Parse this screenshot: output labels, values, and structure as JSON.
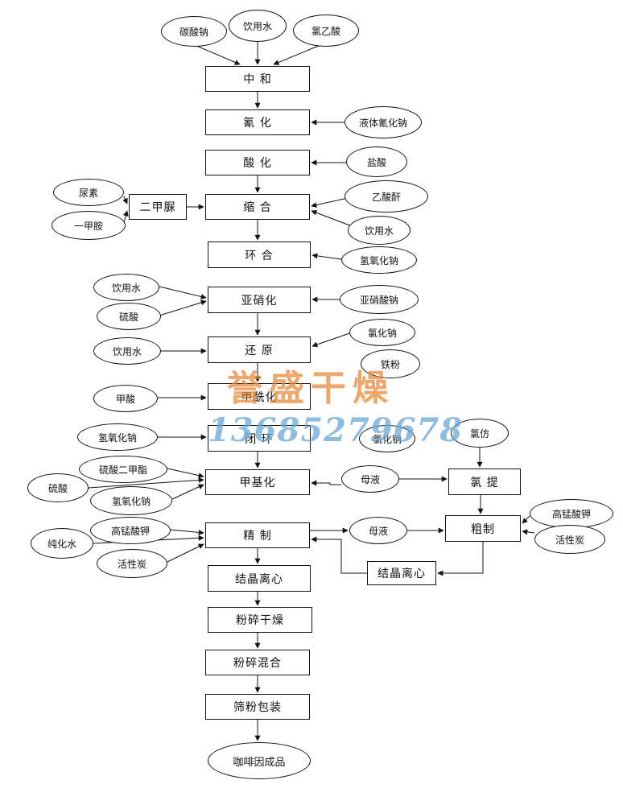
{
  "process": {
    "neutralize": "中 和",
    "cyanation": "氰 化",
    "acidify": "酸 化",
    "condense": "缩 合",
    "dimethylurea": "二甲脲",
    "cyclize": "环 合",
    "nitrosate": "亚硝化",
    "reduce": "还 原",
    "formylate": "甲酰化",
    "close_ring": "闭 环",
    "methylate": "甲基化",
    "refine": "精 制",
    "crystal_centrifuge": "结晶离心",
    "crush_dry": "粉碎干燥",
    "crush_mix": "粉碎混合",
    "sieve_pack": "筛粉包装",
    "product": "咖啡因成品",
    "chloroform_extract": "氯 提",
    "crude": "粗制",
    "crystal_centrifuge_2": "结晶离心"
  },
  "materials": {
    "sodium_carbonate": "碳酸钠",
    "drinking_water": "饮用水",
    "chloroacetic_acid": "氯乙酸",
    "liquid_sodium_cyanide": "液体氰化钠",
    "hydrochloric_acid": "盐酸",
    "urea": "尿素",
    "methylamine": "一甲胺",
    "acetic_anhydride": "乙酸酐",
    "drinking_water_2": "饮用水",
    "sodium_hydroxide": "氢氧化钠",
    "drinking_water_3": "饮用水",
    "sulfuric_acid": "硫酸",
    "sodium_nitrite": "亚硝酸钠",
    "drinking_water_4": "饮用水",
    "sodium_chloride": "氯化钠",
    "iron_powder": "铁粉",
    "formic_acid": "甲酸",
    "sodium_hydroxide_2": "氢氧化钠",
    "sodium_chloride_2": "氯化钠",
    "dimethyl_sulfate": "硫酸二甲酯",
    "sulfuric_acid_2": "硫酸",
    "sodium_hydroxide_3": "氢氧化钠",
    "mother_liquor": "母液",
    "chloroform": "氯仿",
    "potassium_permanganate": "高锰酸钾",
    "purified_water": "纯化水",
    "activated_carbon": "活性炭",
    "mother_liquor_2": "母液",
    "potassium_permanganate_2": "高锰酸钾",
    "activated_carbon_2": "活性炭"
  },
  "watermark": {
    "name": "誉盛干燥",
    "phone": "13685279678"
  }
}
